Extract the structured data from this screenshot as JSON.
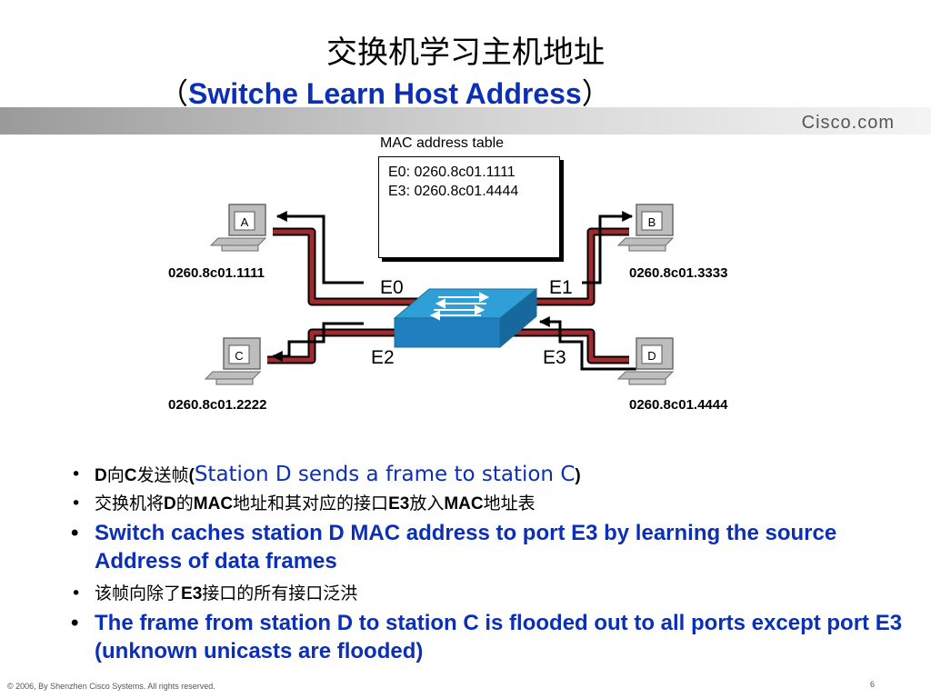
{
  "title": {
    "zh": "交换机学习主机地址",
    "en_open": "（",
    "en": "Switche Learn Host Address",
    "en_close": "）"
  },
  "brand": "Cisco.com",
  "mac_table": {
    "label": "MAC address table",
    "entries": [
      "E0:  0260.8c01.1111",
      "E3:  0260.8c01.4444"
    ]
  },
  "stations": {
    "A": {
      "label": "A",
      "mac": "0260.8c01.1111"
    },
    "B": {
      "label": "B",
      "mac": "0260.8c01.3333"
    },
    "C": {
      "label": "C",
      "mac": "0260.8c01.2222"
    },
    "D": {
      "label": "D",
      "mac": "0260.8c01.4444"
    }
  },
  "ports": {
    "e0": "E0",
    "e1": "E1",
    "e2": "E2",
    "e3": "E3"
  },
  "bullets": {
    "b1_d": "D",
    "b1_zh1": "向",
    "b1_c": "C",
    "b1_zh2": "发送帧",
    "b1_open": "(",
    "b1_en": "Station D sends a frame to station C",
    "b1_close": ")",
    "b2_zh1": "交换机将",
    "b2_d": "D",
    "b2_zh2": "的",
    "b2_mac": "MAC",
    "b2_zh3": "地址和其对应的接口",
    "b2_e3": "E3",
    "b2_zh4": "放入",
    "b2_mac2": "MAC",
    "b2_zh5": "地址表",
    "b3": "Switch caches station D MAC address to port E3 by learning the source Address of data frames",
    "b4_zh1": "该帧向除了",
    "b4_e3": "E3",
    "b4_zh2": "接口的所有接口泛洪",
    "b5": "The frame from station D to station C is flooded out to all ports except port E3 (unknown unicasts are flooded)"
  },
  "footer": "© 2006, By Shenzhen Cisco Systems. All rights reserved.",
  "page_number": "6"
}
